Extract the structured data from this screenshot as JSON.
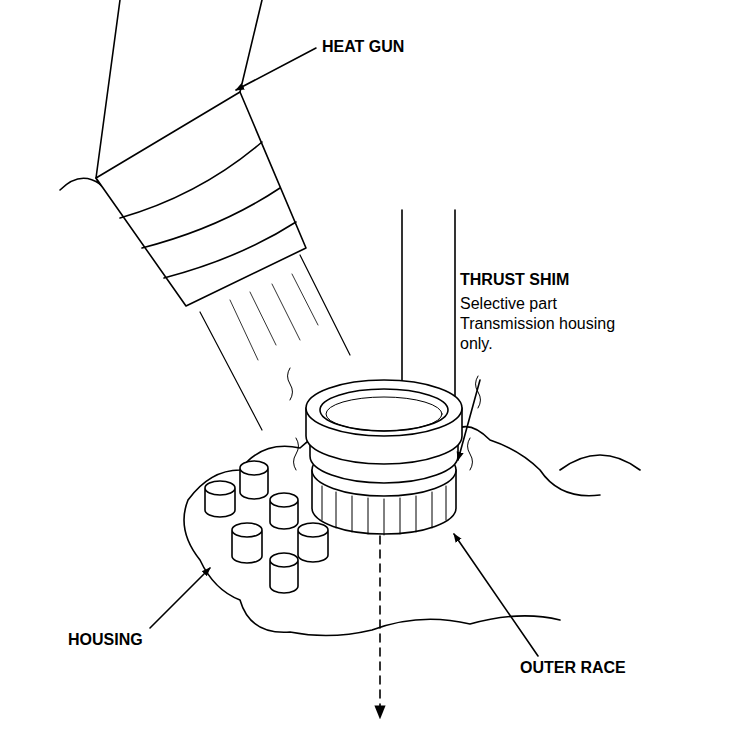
{
  "diagram": {
    "labels": [
      "HEAT GUN",
      "THRUST SHIM",
      "Selective part Transmission housing only.",
      "HOUSING",
      "OUTER RACE"
    ]
  }
}
